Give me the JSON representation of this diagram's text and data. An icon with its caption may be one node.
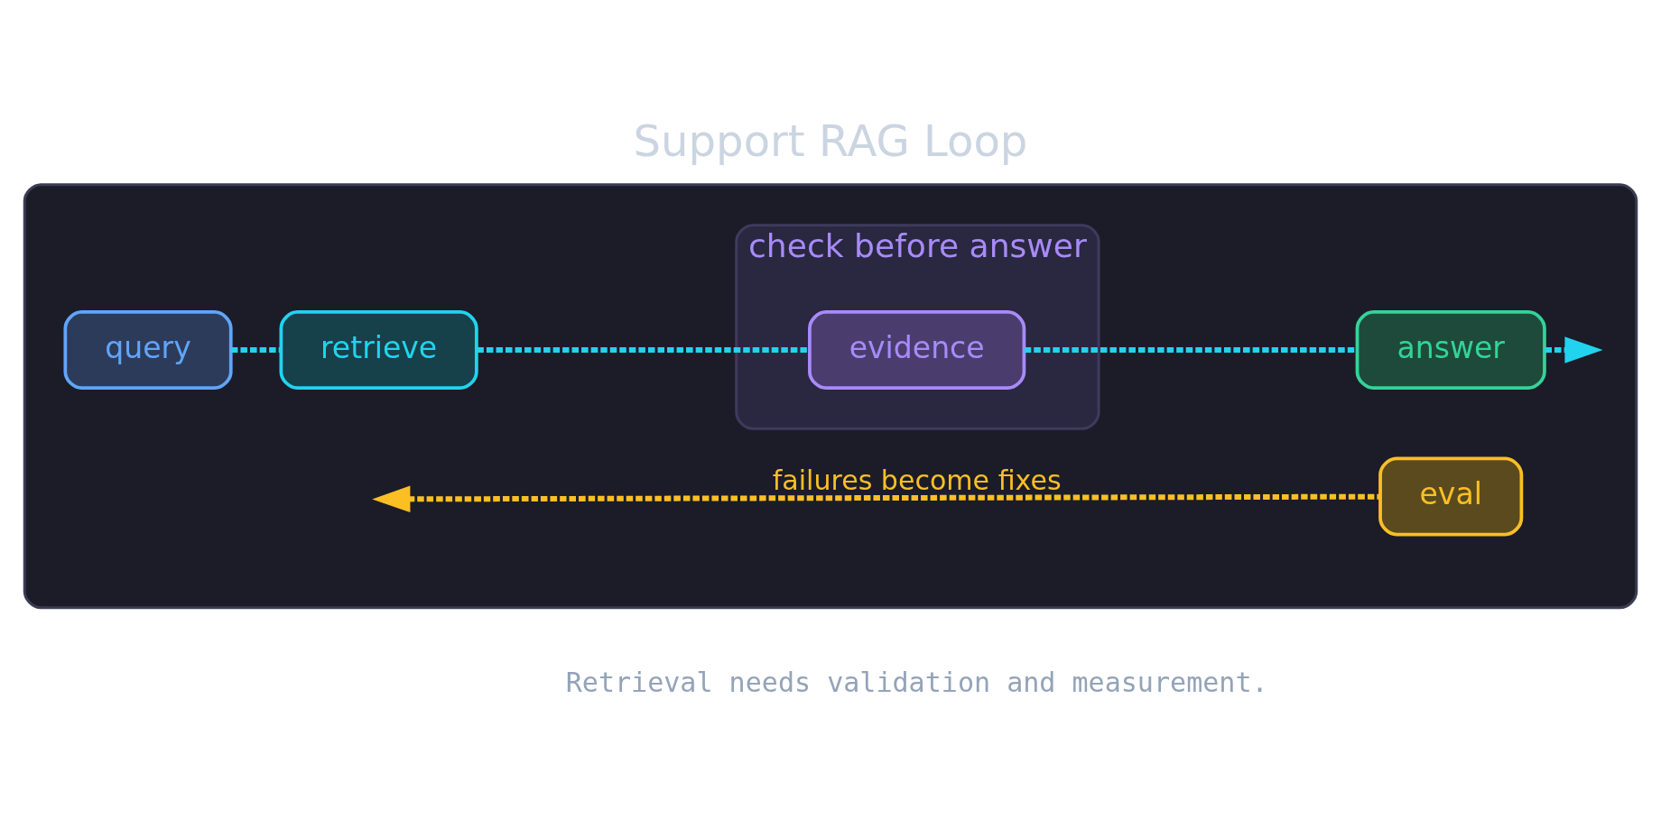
{
  "diagram": {
    "title": "Support RAG Loop",
    "nodes": [
      {
        "text": [],
        "shape": "box"
      },
      {
        "text": [
          "check before answer"
        ],
        "in": 0
      },
      {
        "text": [
          "query"
        ],
        "in": 0
      },
      {
        "text": [
          "retrieve"
        ],
        "in": 0
      },
      {
        "text": [
          "evidence"
        ],
        "in": 1
      },
      {
        "text": [
          "answer"
        ],
        "in": 0
      },
      {
        "text": [
          "eval"
        ],
        "in": 0
      }
    ],
    "edges": [
      {
        "from": 2,
        "to": 3,
        "arrow": "none",
        "style": "dashed"
      },
      {
        "from": 3,
        "to": 4,
        "arrow": "none",
        "style": "dashed"
      },
      {
        "from": 4,
        "to": 5,
        "arrow": "none",
        "style": "dashed"
      },
      {
        "from": 5,
        "to": null,
        "arrow": "to",
        "style": "dashed"
      },
      {
        "from": 6,
        "to": null,
        "arrow": "to",
        "style": "dashed",
        "color": "#fbbf24",
        "label": "failures become fixes"
      }
    ],
    "labels": [
      "Retrieval needs validation and measurement."
    ]
  }
}
